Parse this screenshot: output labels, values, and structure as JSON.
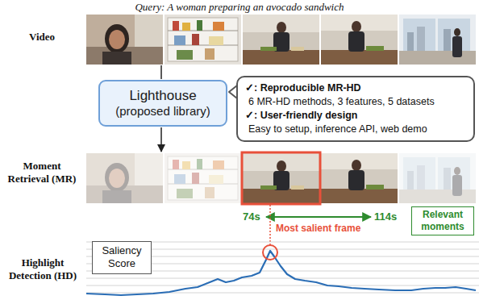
{
  "diagram": {
    "title": "Query: A woman preparing an avocado sandwich",
    "nodes": [
      {
        "text": [
          "Lighthouse",
          "(proposed library)"
        ]
      },
      {
        "text": [
          "✓: Reproducible MR-HD",
          "6 MR-HD methods, 3 features, 5 datasets",
          "✓: User-friendly design",
          "Easy to setup, inference API, web demo"
        ]
      },
      {
        "text": [
          "Relevant moments"
        ]
      },
      {
        "text": [
          "Saliency Score"
        ]
      }
    ],
    "labels": [
      "Video",
      "Moment Retrieval (MR)",
      "Highlight Detection (HD)",
      "74s",
      "114s",
      "Most salient frame"
    ]
  }
}
